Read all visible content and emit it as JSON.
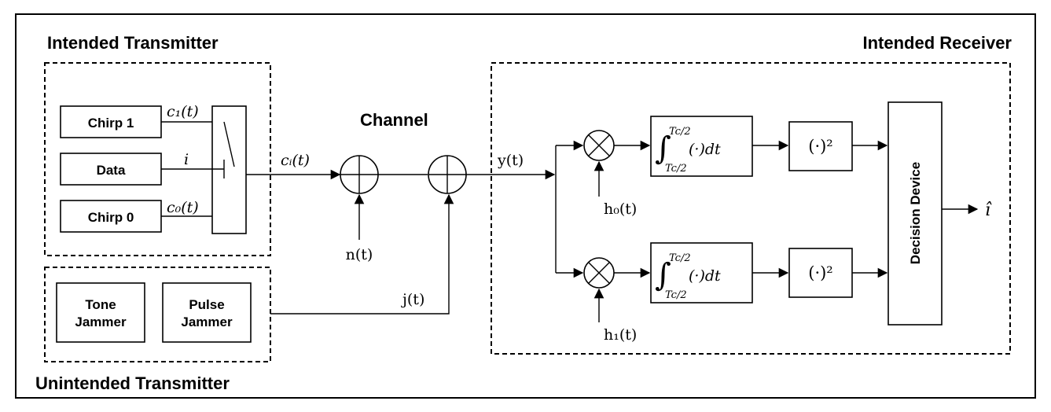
{
  "titles": {
    "intended_tx": "Intended Transmitter",
    "unintended_tx": "Unintended Transmitter",
    "channel": "Channel",
    "intended_rx": "Intended Receiver"
  },
  "blocks": {
    "chirp1": "Chirp 1",
    "data": "Data",
    "chirp0": "Chirp 0",
    "tone_jammer": [
      "Tone",
      "Jammer"
    ],
    "pulse_jammer": [
      "Pulse",
      "Jammer"
    ],
    "decision_device": "Decision Device"
  },
  "signals": {
    "c1": "c₁(t)",
    "i": "i",
    "c0": "c₀(t)",
    "ci": "cᵢ(t)",
    "n": "n(t)",
    "j": "j(t)",
    "y": "y(t)",
    "h0": "h₀(t)",
    "h1": "h₁(t)",
    "i_hat": "î"
  },
  "integrator": {
    "upper_limit": "Tc/2",
    "lower_limit": "Tc/2",
    "body": "(·)dt"
  },
  "square": "(·)²"
}
